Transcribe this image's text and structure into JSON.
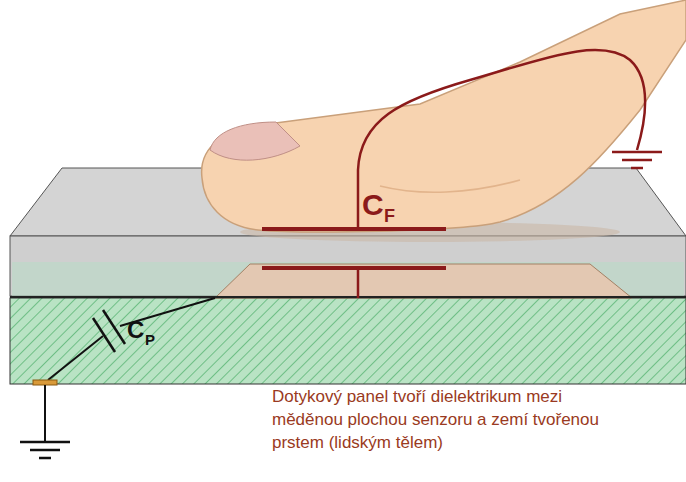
{
  "diagram": {
    "labels": [
      "C",
      "F",
      "C",
      "P",
      "Dotykový panel tvoří dielektrikum mezi měděnou plochou senzoru a zemí tvořenou prstem (lidským tělem)"
    ]
  }
}
